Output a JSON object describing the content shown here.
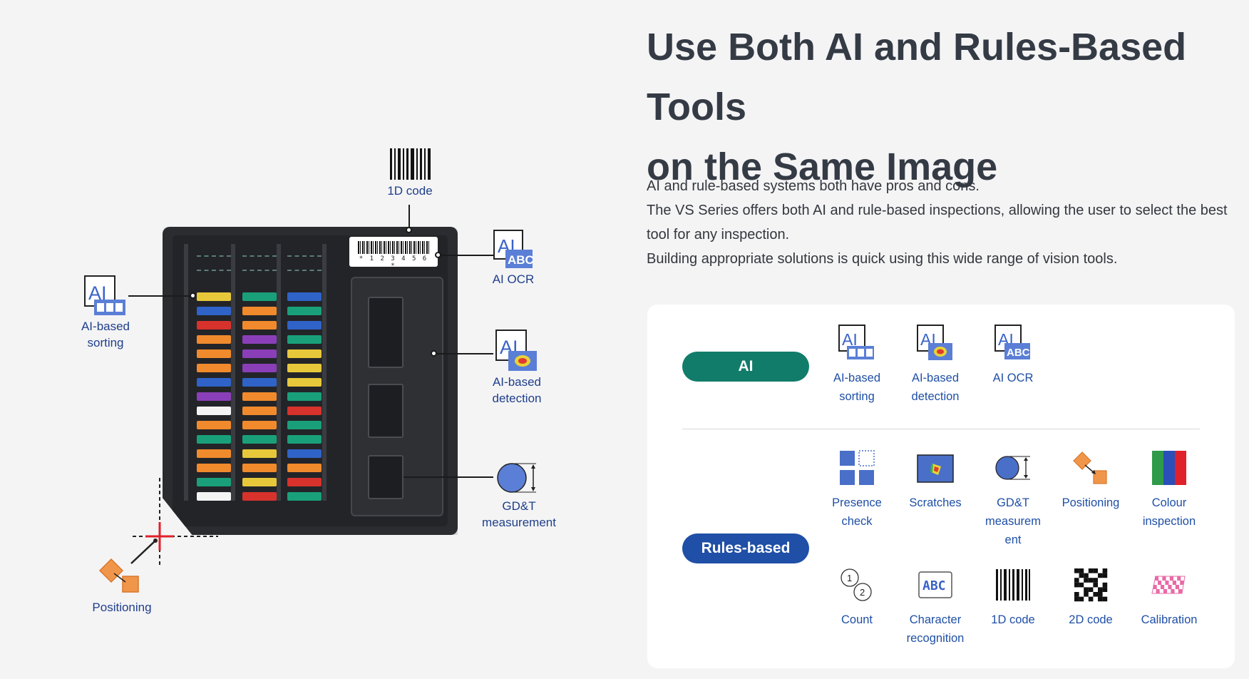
{
  "heading": {
    "line1": "Use Both AI and Rules-Based Tools",
    "line2": "on the Same Image"
  },
  "description": [
    "AI and rule-based systems both have pros and cons.",
    "The VS Series offers both AI and rule-based inspections, allowing the user to select the best tool for any inspection.",
    "Building appropriate solutions is quick using this wide range of vision tools."
  ],
  "illustration": {
    "barcode_digits": "* 1 2 3 4 5 6 *",
    "callouts": {
      "code_1d": "1D code",
      "ai_ocr": "AI OCR",
      "ai_sorting": [
        "AI-based",
        "sorting"
      ],
      "ai_detection": [
        "AI-based",
        "detection"
      ],
      "gdt": [
        "GD&T",
        "measurement"
      ],
      "positioning": "Positioning"
    }
  },
  "panel": {
    "ai_label": "AI",
    "rules_label": "Rules-based",
    "ai_tools": [
      {
        "icon": "ai-sorting-icon",
        "label": [
          "AI-based",
          "sorting"
        ]
      },
      {
        "icon": "ai-detection-icon",
        "label": [
          "AI-based",
          "detection"
        ]
      },
      {
        "icon": "ai-ocr-icon",
        "label": [
          "AI OCR"
        ]
      }
    ],
    "rules_tools": [
      {
        "icon": "presence-check-icon",
        "label": [
          "Presence",
          "check"
        ]
      },
      {
        "icon": "scratches-icon",
        "label": [
          "Scratches"
        ]
      },
      {
        "icon": "gdt-measurement-icon",
        "label": [
          "GD&T",
          "measurem",
          "ent"
        ]
      },
      {
        "icon": "positioning-icon",
        "label": [
          "Positioning"
        ]
      },
      {
        "icon": "colour-inspection-icon",
        "label": [
          "Colour",
          "inspection"
        ]
      },
      {
        "icon": "count-icon",
        "label": [
          "Count"
        ]
      },
      {
        "icon": "character-recognition-icon",
        "label": [
          "Character",
          "recognition"
        ]
      },
      {
        "icon": "barcode-1d-icon",
        "label": [
          "1D code"
        ]
      },
      {
        "icon": "code-2d-icon",
        "label": [
          "2D code"
        ]
      },
      {
        "icon": "calibration-icon",
        "label": [
          "Calibration"
        ]
      }
    ]
  },
  "colors": {
    "ai_pill": "#127c6a",
    "rules_pill": "#1f4fa6",
    "label_blue": "#1f4fa6",
    "heading": "#353b45"
  }
}
